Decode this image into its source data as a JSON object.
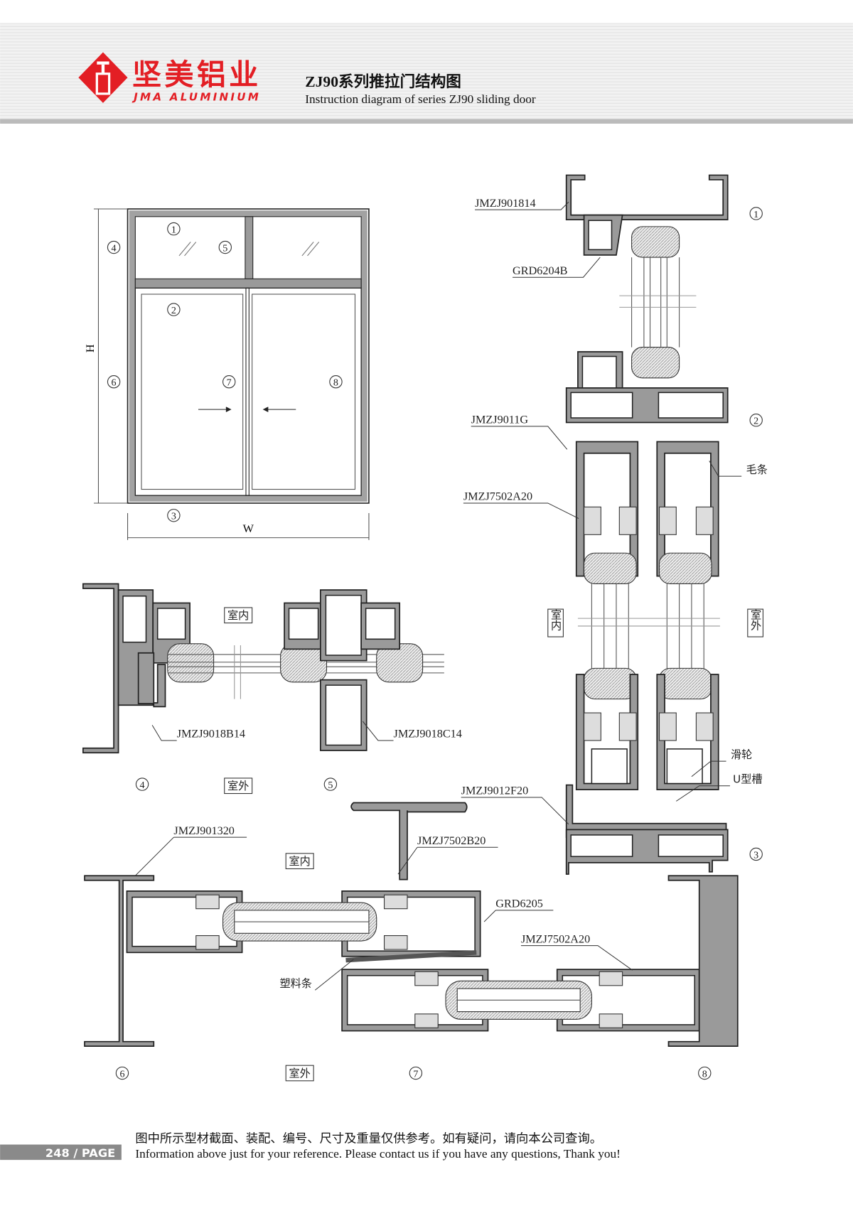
{
  "header": {
    "brand_cn": "坚美铝业",
    "brand_en": "JMA ALUMINIUM",
    "title_cn": "ZJ90系列推拉门结构图",
    "title_en": "Instruction diagram of series ZJ90 sliding door"
  },
  "elevation": {
    "height_label": "H",
    "width_label": "W",
    "markers": [
      "1",
      "2",
      "3",
      "4",
      "5",
      "6",
      "7",
      "8"
    ]
  },
  "section_top_right": {
    "parts": [
      "JMZJ901814",
      "GRD6204B",
      "JMZJ9011G",
      "JMZJ7502A20",
      "JMZJ9012F20"
    ],
    "notes": {
      "brush": "毛条",
      "roller": "滑轮",
      "u_channel": "U型槽"
    },
    "indoor": "室内",
    "outdoor": "室外",
    "markers": [
      "1",
      "2",
      "3"
    ]
  },
  "section_middle": {
    "parts": [
      "JMZJ9018B14",
      "JMZJ9018C14"
    ],
    "indoor": "室内",
    "outdoor": "室外",
    "markers": [
      "4",
      "5"
    ]
  },
  "section_bottom": {
    "parts": [
      "JMZJ901320",
      "JMZJ7502B20",
      "GRD6205",
      "JMZJ7502A20"
    ],
    "plastic_strip": "塑料条",
    "indoor": "室内",
    "outdoor": "室外",
    "markers": [
      "6",
      "7",
      "8"
    ]
  },
  "footer": {
    "page": "248 / PAGE",
    "note_cn": "图中所示型材截面、装配、编号、尺寸及重量仅供参考。如有疑问，请向本公司查询。",
    "note_en": "Information above just for your reference. Please contact us if you have any questions, Thank you!"
  },
  "colors": {
    "brand_red": "#e31e24",
    "profile_gray": "#9a9a9a",
    "page_bar": "#8a8a8a"
  }
}
